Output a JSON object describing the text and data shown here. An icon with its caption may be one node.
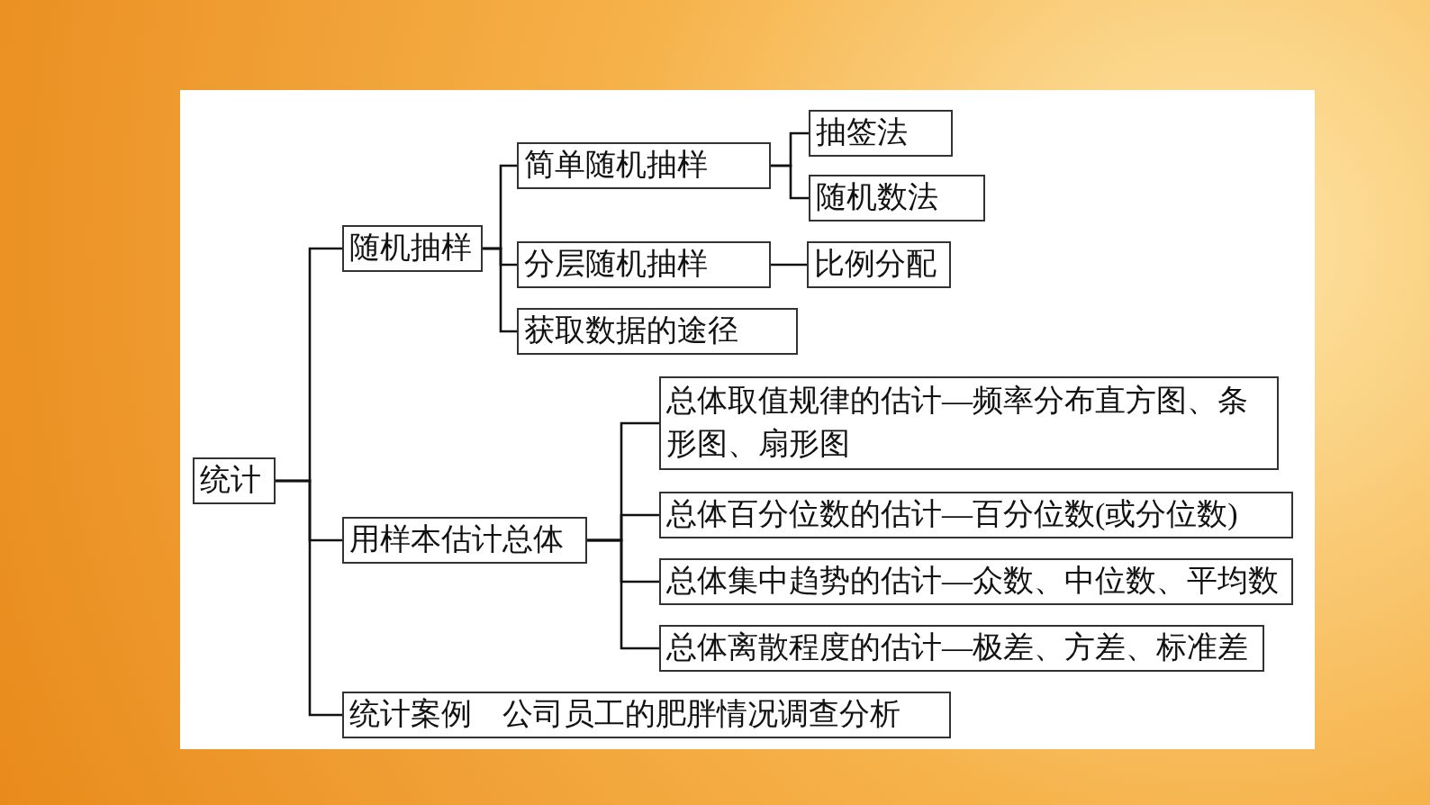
{
  "diagram": {
    "nodes": [
      {
        "text": [
          "统计"
        ]
      },
      {
        "text": [
          "随机抽样"
        ]
      },
      {
        "text": [
          "简单随机抽样"
        ]
      },
      {
        "text": [
          "抽签法"
        ]
      },
      {
        "text": [
          "随机数法"
        ]
      },
      {
        "text": [
          "分层随机抽样"
        ]
      },
      {
        "text": [
          "比例分配"
        ]
      },
      {
        "text": [
          "获取数据的途径"
        ]
      },
      {
        "text": [
          "用样本估计总体"
        ]
      },
      {
        "text": [
          "总体取值规律的估计—频率分布直方图、条形图、扇形图"
        ]
      },
      {
        "text": [
          "总体百分位数的估计—百分位数(或分位数)"
        ]
      },
      {
        "text": [
          "总体集中趋势的估计—众数、中位数、平均数"
        ]
      },
      {
        "text": [
          "总体离散程度的估计—极差、方差、标准差"
        ]
      },
      {
        "text": [
          "统计案例　公司员工的肥胖情况调查分析"
        ]
      }
    ],
    "edges": [
      {
        "from": 0,
        "to": 1,
        "arrow": "none"
      },
      {
        "from": 0,
        "to": 8,
        "arrow": "none"
      },
      {
        "from": 0,
        "to": 13,
        "arrow": "none"
      },
      {
        "from": 1,
        "to": 2,
        "arrow": "none"
      },
      {
        "from": 1,
        "to": 5,
        "arrow": "none"
      },
      {
        "from": 1,
        "to": 7,
        "arrow": "none"
      },
      {
        "from": 2,
        "to": 3,
        "arrow": "none"
      },
      {
        "from": 2,
        "to": 4,
        "arrow": "none"
      },
      {
        "from": 5,
        "to": 6,
        "arrow": "none"
      },
      {
        "from": 8,
        "to": 9,
        "arrow": "none"
      },
      {
        "from": 8,
        "to": 10,
        "arrow": "none"
      },
      {
        "from": 8,
        "to": 11,
        "arrow": "none"
      },
      {
        "from": 8,
        "to": 12,
        "arrow": "none"
      }
    ]
  }
}
